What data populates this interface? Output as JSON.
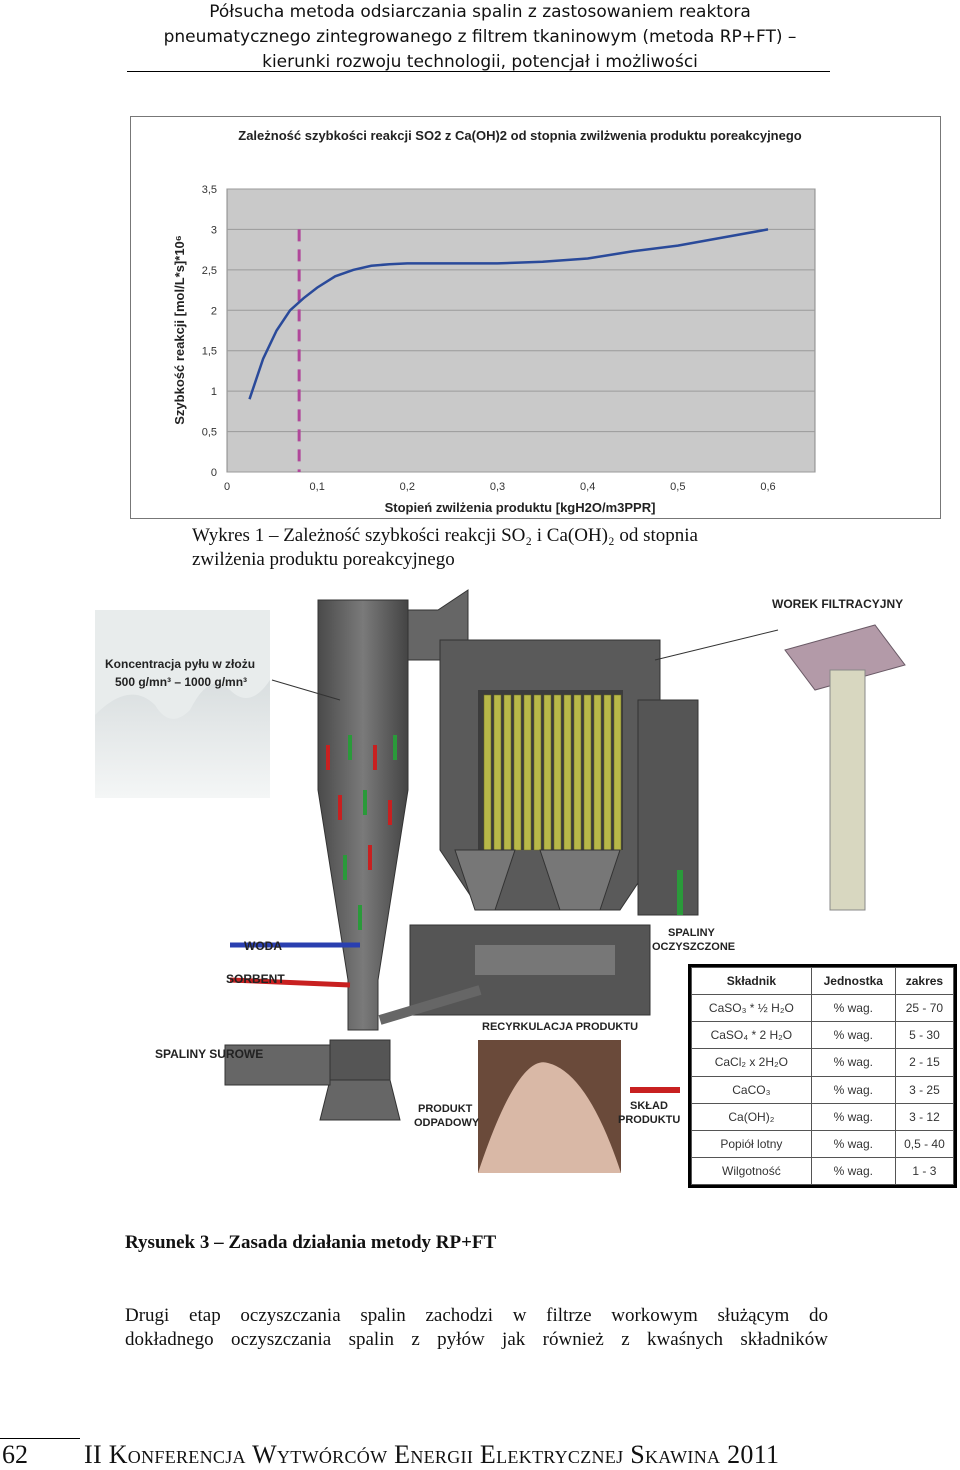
{
  "header": {
    "line1": "Półsucha metoda odsiarczania spalin z zastosowaniem reaktora",
    "line2": "pneumatycznego zintegrowanego z filtrem tkaninowym (metoda RP+FT) –",
    "line3": "kierunki rozwoju technologii, potencjał i możliwości"
  },
  "chart_data": {
    "type": "line",
    "title": "Zależność szybkości reakcji SO2 z Ca(OH)2 od stopnia zwilżwenia produktu poreakcyjnego",
    "xlabel": "Stopień zwilżenia produktu [kgH2O/m3PPR]",
    "ylabel": "Szybkość reakcji [mol/L*s]*10⁶",
    "xlim": [
      0,
      0.6
    ],
    "ylim": [
      0,
      3.5
    ],
    "x_ticks": [
      "0",
      "0,1",
      "0,2",
      "0,3",
      "0,4",
      "0,5",
      "0,6"
    ],
    "y_ticks": [
      "0",
      "0,5",
      "1",
      "1,5",
      "2",
      "2,5",
      "3",
      "3,5"
    ],
    "grid": true,
    "series": [
      {
        "color": "#2a4a9a",
        "x": [
          0.025,
          0.04,
          0.055,
          0.07,
          0.085,
          0.1,
          0.12,
          0.14,
          0.16,
          0.18,
          0.2,
          0.25,
          0.3,
          0.35,
          0.4,
          0.45,
          0.5,
          0.55,
          0.6
        ],
        "y": [
          0.9,
          1.4,
          1.75,
          2.0,
          2.15,
          2.28,
          2.42,
          2.5,
          2.55,
          2.57,
          2.58,
          2.58,
          2.58,
          2.6,
          2.64,
          2.73,
          2.8,
          2.9,
          3.0
        ]
      }
    ],
    "vline": {
      "x": 0.08,
      "color": "#b0479a"
    }
  },
  "chart_caption_line1": "Wykres 1 – Zależność szybkości reakcji SO₂ i Ca(OH)₂ od stopnia",
  "chart_caption_line2": "zwilżenia produktu poreakcyjnego",
  "figure": {
    "worek": "WOREK FILTRACYJNY",
    "koncentracja1": "Koncentracja pyłu w złożu",
    "koncentracja2": "500 g/mn³ – 1000 g/mn³",
    "woda": "WODA",
    "sorbent": "SORBENT",
    "spaliny_surowe": "SPALINY SUROWE",
    "spaliny_oczyszczone1": "SPALINY",
    "spaliny_oczyszczone2": "OCZYSZCZONE",
    "recyrkulacja": "RECYRKULACJA PRODUKTU",
    "produkt1": "PRODUKT",
    "produkt2": "ODPADOWY",
    "sklad1": "SKŁAD",
    "sklad2": "PRODUKTU"
  },
  "table": {
    "headers": [
      "Składnik",
      "Jednostka",
      "zakres"
    ],
    "rows": [
      [
        "CaSO₃ * ½ H₂O",
        "% wag.",
        "25 - 70"
      ],
      [
        "CaSO₄ * 2 H₂O",
        "% wag.",
        "5 - 30"
      ],
      [
        "CaCl₂ x 2H₂O",
        "% wag.",
        "2 - 15"
      ],
      [
        "CaCO₃",
        "% wag.",
        "3 - 25"
      ],
      [
        "Ca(OH)₂",
        "% wag.",
        "3 - 12"
      ],
      [
        "Popiół lotny",
        "% wag.",
        "0,5 - 40"
      ],
      [
        "Wilgotność",
        "% wag.",
        "1 - 3"
      ]
    ]
  },
  "figure_caption": "Rysunek 3 – Zasada działania metody RP+FT",
  "paragraph": {
    "line1": "Drugi etap oczyszczania spalin zachodzi w filtrze workowym służącym do",
    "line2": "dokładnego oczyszczania spalin z pyłów jak również z kwaśnych składników"
  },
  "footer": {
    "page": "62",
    "title": "II Konferencja Wytwórców Energii Elektrycznej Skawina 2011"
  }
}
